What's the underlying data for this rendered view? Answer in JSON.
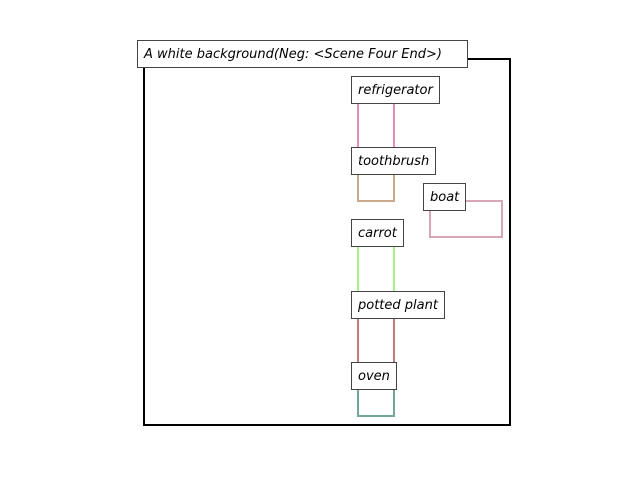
{
  "scene": {
    "title": "A white background(Neg: <Scene Four End>)",
    "frame_color": "#000000"
  },
  "objects": [
    {
      "id": "refrigerator",
      "label": "refrigerator",
      "color": "#e38fbd"
    },
    {
      "id": "toothbrush",
      "label": "toothbrush",
      "color": "#c9a98a"
    },
    {
      "id": "boat",
      "label": "boat",
      "color": "#d7a7b8"
    },
    {
      "id": "carrot",
      "label": "carrot",
      "color": "#a8ef8a"
    },
    {
      "id": "potted-plant",
      "label": "potted plant",
      "color": "#c77a7c"
    },
    {
      "id": "oven",
      "label": "oven",
      "color": "#6fa699"
    }
  ]
}
